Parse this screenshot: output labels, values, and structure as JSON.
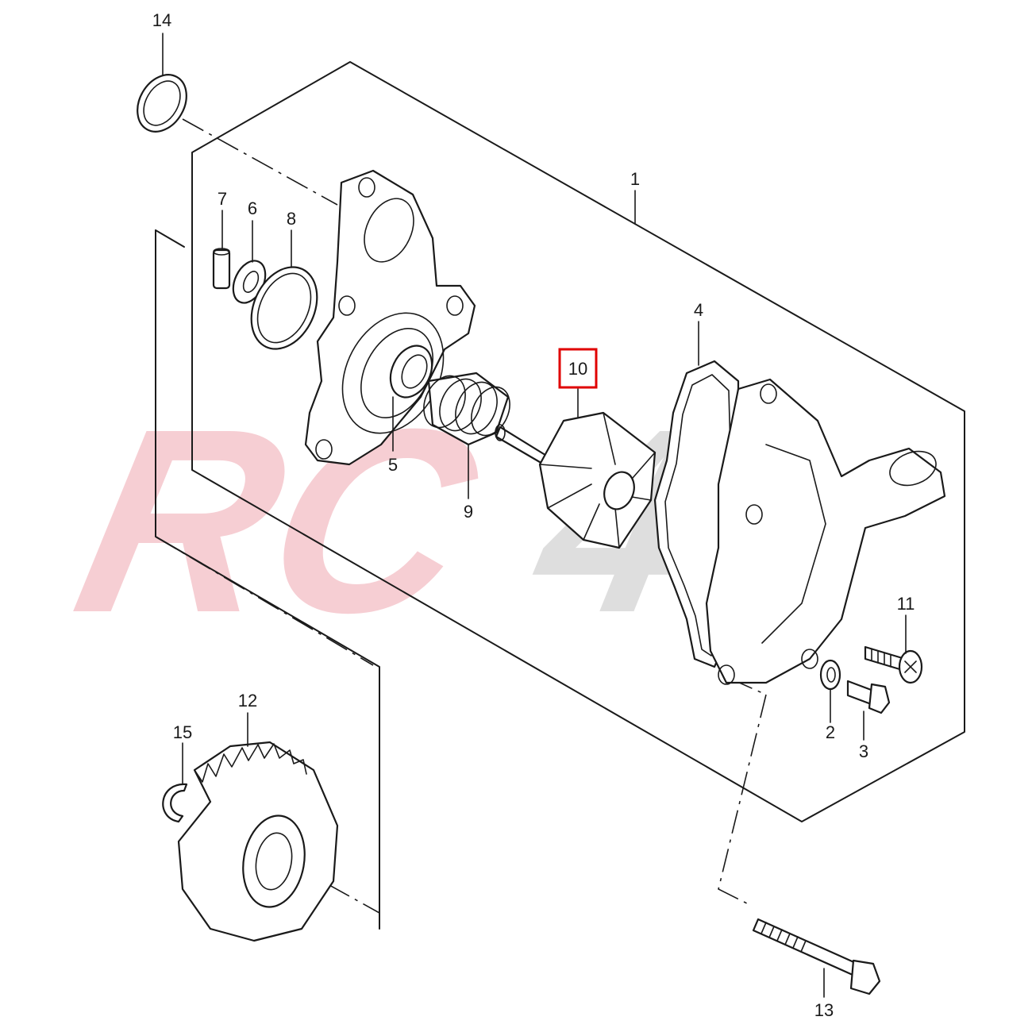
{
  "watermark": {
    "text_main": "RC",
    "text_accent": "4",
    "color_main": "#f5c6cc",
    "color_accent": "#d9d9d9"
  },
  "highlight_color": "#e00000",
  "callouts": [
    {
      "id": "c1",
      "label": "1"
    },
    {
      "id": "c2",
      "label": "2"
    },
    {
      "id": "c3",
      "label": "3"
    },
    {
      "id": "c4",
      "label": "4"
    },
    {
      "id": "c5",
      "label": "5"
    },
    {
      "id": "c6",
      "label": "6"
    },
    {
      "id": "c7",
      "label": "7"
    },
    {
      "id": "c8",
      "label": "8"
    },
    {
      "id": "c9",
      "label": "9"
    },
    {
      "id": "c10",
      "label": "10",
      "highlighted": true
    },
    {
      "id": "c11",
      "label": "11"
    },
    {
      "id": "c12",
      "label": "12"
    },
    {
      "id": "c13",
      "label": "13"
    },
    {
      "id": "c14",
      "label": "14"
    },
    {
      "id": "c15",
      "label": "15"
    }
  ]
}
